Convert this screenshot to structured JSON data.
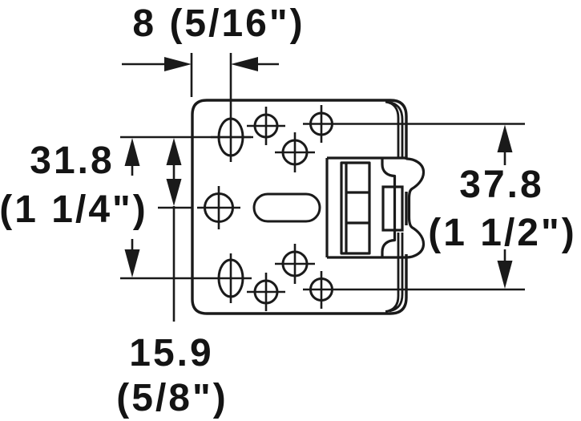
{
  "dimensions": {
    "top": {
      "label": "8 (5/16\")"
    },
    "left": {
      "metric": "31.8",
      "imperial": "(1 1/4\")"
    },
    "right": {
      "metric": "37.8",
      "imperial": "(1 1/2\")"
    },
    "bottom": {
      "metric": "15.9",
      "imperial": "(5/8\")"
    }
  },
  "colors": {
    "line": "#1a1a1a",
    "background": "#ffffff"
  }
}
